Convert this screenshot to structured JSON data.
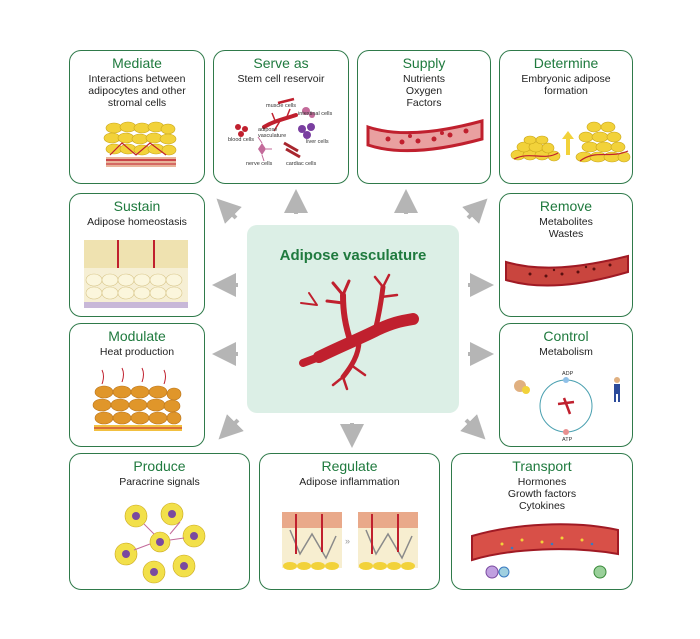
{
  "center": {
    "title": "Adipose  vasculature"
  },
  "boxes": {
    "mediate": {
      "title": "Mediate",
      "subtitle": "Interactions between\nadipocytes and other\nstromal cells"
    },
    "serve": {
      "title": "Serve as",
      "subtitle": "Stem cell reservoir",
      "labels": {
        "muscle": "muscle cells",
        "adipose": "adipose\nvasculature",
        "intestinal": "intestinal cells",
        "blood": "blood cells",
        "liver": "liver cells",
        "nerve": "nerve cells",
        "cardiac": "cardiac cells"
      }
    },
    "supply": {
      "title": "Supply",
      "subtitle": "Nutrients\nOxygen\nFactors"
    },
    "determine": {
      "title": "Determine",
      "subtitle": "Embryonic adipose\nformation"
    },
    "sustain": {
      "title": "Sustain",
      "subtitle": "Adipose homeostasis"
    },
    "remove": {
      "title": "Remove",
      "subtitle": "Metabolites\nWastes"
    },
    "modulate": {
      "title": "Modulate",
      "subtitle": "Heat production"
    },
    "control": {
      "title": "Control",
      "subtitle": "Metabolism",
      "labels": {
        "adp": "ADP",
        "atp": "ATP"
      }
    },
    "produce": {
      "title": "Produce",
      "subtitle": "Paracrine signals"
    },
    "regulate": {
      "title": "Regulate",
      "subtitle": "Adipose inflammation"
    },
    "transport": {
      "title": "Transport",
      "subtitle": "Hormones\nGrowth factors\nCytokines"
    }
  },
  "colors": {
    "border": "#2f7a4a",
    "title": "#1f7a3e",
    "vessel": "#c0202e",
    "fat": "#f2d23a",
    "arrow": "#b5b5b5",
    "center_bg": "#dcefe6"
  }
}
